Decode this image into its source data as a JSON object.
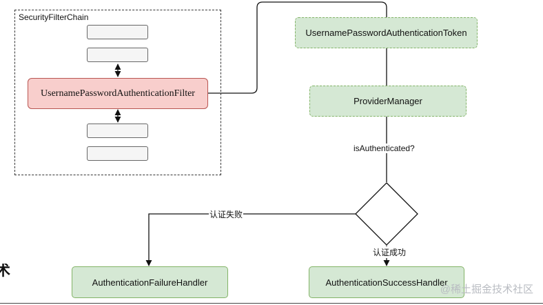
{
  "chain": {
    "title": "SecurityFilterChain",
    "filter_label": "UsernamePasswordAuthenticationFilter"
  },
  "nodes": {
    "token": "UsernamePasswordAuthenticationToken",
    "provider_manager": "ProviderManager",
    "failure_handler": "AuthenticationFailureHandler",
    "success_handler": "AuthenticationSuccessHandler"
  },
  "edges": {
    "is_authenticated": "isAuthenticated?",
    "failure_label": "认证失败",
    "success_label": "认证成功"
  },
  "page": {
    "cut_glyph": "术",
    "watermark": "@稀土掘金技术社区"
  },
  "colors": {
    "filter_fill": "#f8cecc",
    "filter_stroke": "#b85450",
    "green_fill": "#d5e8d4",
    "green_stroke": "#82b366"
  }
}
